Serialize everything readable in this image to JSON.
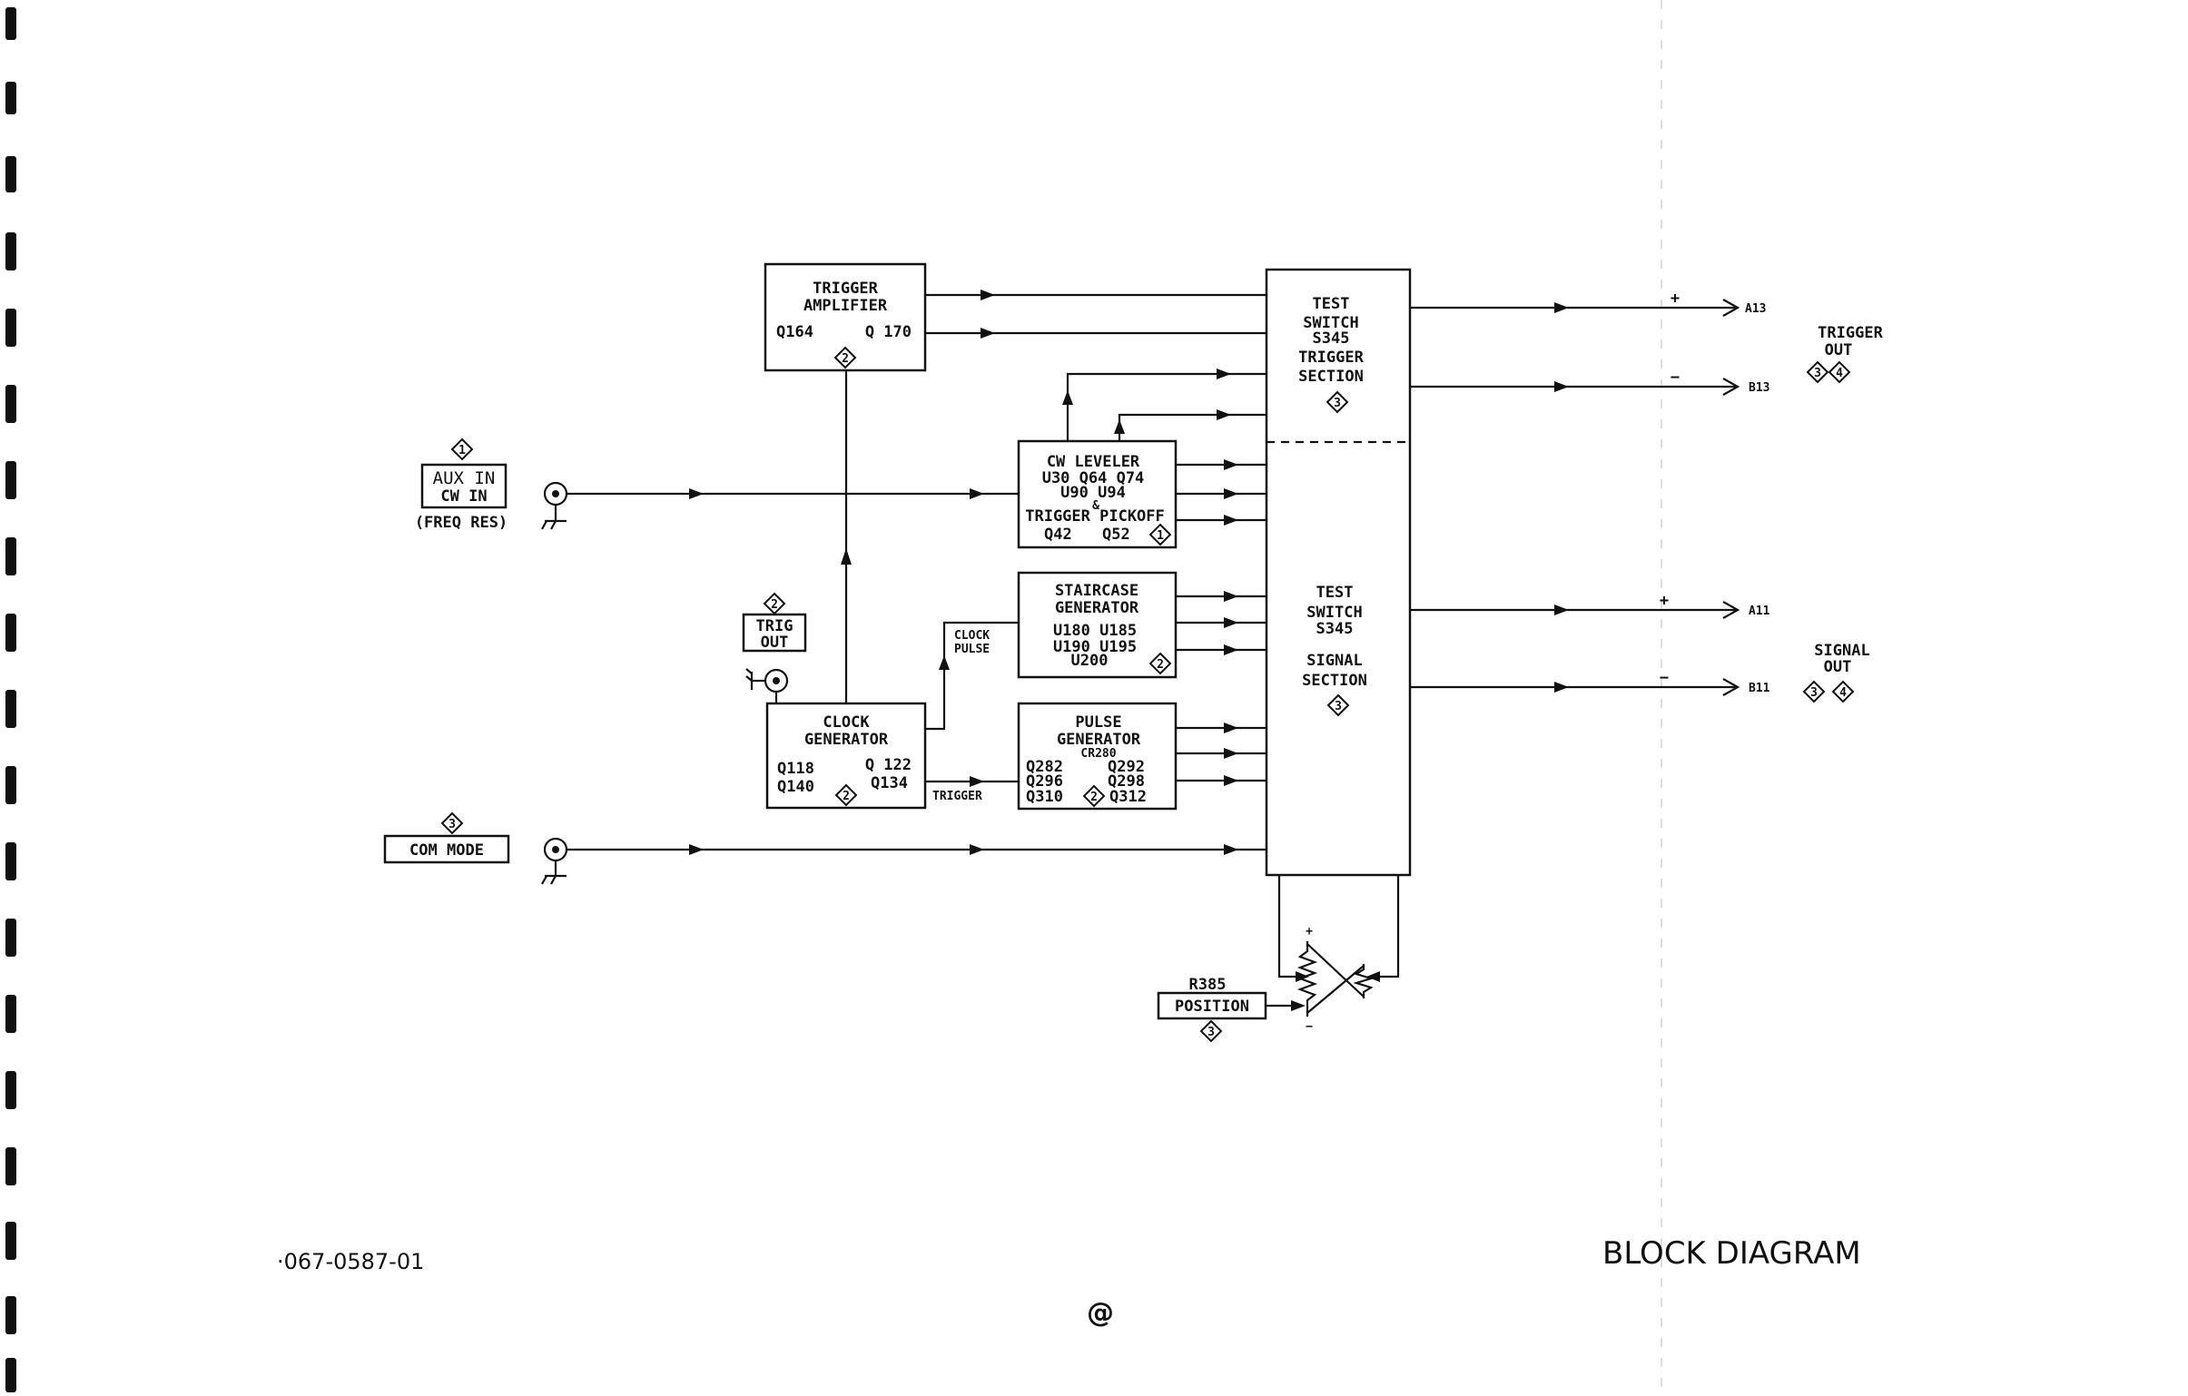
{
  "title": "BLOCK DIAGRAM",
  "part_number": "·067-0587-01",
  "footer_mark": "@",
  "blocks": {
    "trigger_amplifier": {
      "line1": "TRIGGER",
      "line2": "AMPLIFIER",
      "ref_left": "Q164",
      "ref_right": "Q 170",
      "badge": "2"
    },
    "test_switch_trigger": {
      "line1": "TEST",
      "line2": "SWITCH",
      "line3": "S345",
      "line4": "TRIGGER",
      "line5": "SECTION",
      "badge": "3"
    },
    "test_switch_signal": {
      "line1": "TEST",
      "line2": "SWITCH",
      "line3": "S345",
      "line4": "SIGNAL",
      "line5": "SECTION",
      "badge": "3"
    },
    "cw_leveler": {
      "line1": "CW LEVELER",
      "line2": "U30  Q64  Q74",
      "line3": "U90    U94",
      "amp": "&",
      "line4": "TRIGGER PICKOFF",
      "ref_left": "Q42",
      "ref_right": "Q52",
      "badge": "1"
    },
    "staircase_generator": {
      "line1": "STAIRCASE",
      "line2": "GENERATOR",
      "line3": "U180     U185",
      "line4": "U190     U195",
      "line5": "U200",
      "badge": "2"
    },
    "clock_generator": {
      "line1": "CLOCK",
      "line2": "GENERATOR",
      "ref1": "Q118",
      "ref2": "Q 122",
      "ref3": "Q140",
      "ref4": "Q134",
      "badge": "2"
    },
    "pulse_generator": {
      "line1": "PULSE",
      "line2": "GENERATOR",
      "line3": "CR280",
      "ref1": "Q282",
      "ref2": "Q292",
      "ref3": "Q296",
      "ref4": "Q298",
      "ref5": "Q310",
      "ref6": "Q312",
      "badge": "2"
    }
  },
  "inputs": {
    "aux_in": {
      "line1": "AUX IN",
      "line2": "CW IN",
      "note": "(FREQ RES)",
      "badge": "1"
    },
    "trig_out": {
      "line1": "TRIG",
      "line2": "OUT",
      "badge": "2"
    },
    "com_mode": {
      "label": "COM MODE",
      "badge": "3"
    }
  },
  "labels": {
    "clock_pulse_1": "CLOCK",
    "clock_pulse_2": "PULSE",
    "trigger": "TRIGGER",
    "pot_ref": "R385",
    "position": "POSITION",
    "position_badge": "3",
    "plus": "+",
    "minus": "−"
  },
  "outputs": {
    "a13": "A13",
    "b13": "B13",
    "a11": "A11",
    "b11": "B11",
    "trigger_out_1": "TRIGGER",
    "trigger_out_2": "OUT",
    "signal_out_1": "SIGNAL",
    "signal_out_2": "OUT",
    "badge_a": "3",
    "badge_b": "4"
  }
}
